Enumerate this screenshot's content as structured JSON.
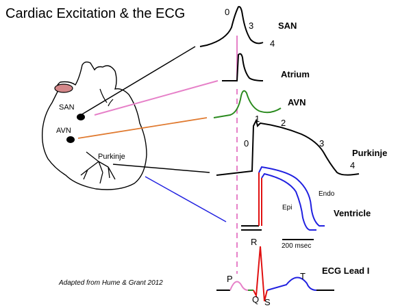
{
  "title": "Cardiac Excitation & the ECG",
  "heart_labels": {
    "san": "SAN",
    "avn": "AVN",
    "purkinje": "Purkinje"
  },
  "traces": {
    "san": {
      "label": "SAN",
      "phase_0": "0",
      "phase_3": "3",
      "phase_4": "4"
    },
    "atrium": {
      "label": "Atrium"
    },
    "avn": {
      "label": "AVN"
    },
    "purkinje": {
      "label": "Purkinje",
      "phase_0": "0",
      "phase_1": "1",
      "phase_2": "2",
      "phase_3": "3",
      "phase_4": "4"
    },
    "ventricle": {
      "label": "Ventricle",
      "endo": "Endo",
      "epi": "Epi",
      "scale": "200 msec"
    },
    "ecg": {
      "label": "ECG Lead I",
      "p": "P",
      "q": "Q",
      "r": "R",
      "s": "S",
      "t": "T"
    }
  },
  "credit": "Adapted from Hume & Grant 2012",
  "colors": {
    "san_line": "#000000",
    "atrium_line": "#e680c8",
    "avn_line": "#2a8a1e",
    "purkinje_line": "#e07a30",
    "ventricle_line": "#2020e0",
    "qrs": "#e01010",
    "heart_fill": "#d4888a"
  }
}
